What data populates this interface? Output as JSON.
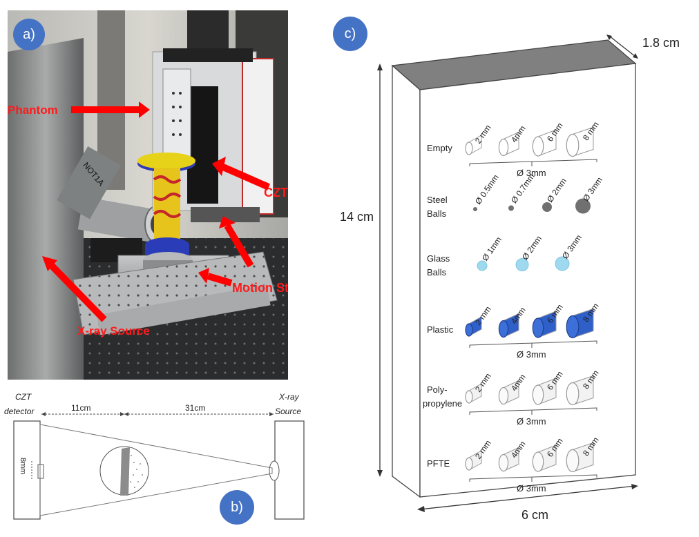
{
  "panel_a": {
    "badge": "a)",
    "labels": {
      "phantom": "Phantom",
      "czt": "CZT",
      "motion_stage": "Motion Stage",
      "xray_source": "X-ray Source"
    },
    "device_text": "NOT1A",
    "colors": {
      "arrow": "#ff0000",
      "label": "#ff1a1a"
    }
  },
  "panel_b": {
    "badge": "b)",
    "left_title": [
      "CZT",
      "detector"
    ],
    "right_title": [
      "X-ray",
      "Source"
    ],
    "dist_left": "11cm",
    "dist_right": "31cm",
    "pixel_size": "8mm"
  },
  "panel_c": {
    "badge": "c)",
    "depth": "1.8 cm",
    "height": "14 cm",
    "width": "6 cm",
    "rows": [
      {
        "label": [
          "Empty"
        ],
        "items": [
          "2 mm",
          "4mm",
          "6 mm",
          "8 mm"
        ],
        "diameter": "Ø 3mm"
      },
      {
        "label": [
          "Steel",
          "Balls"
        ],
        "items": [
          "Ø 0.5mm",
          "Ø 0.7mm",
          "Ø 2mm",
          "Ø 3mm"
        ],
        "diameter": ""
      },
      {
        "label": [
          "Glass",
          "Balls"
        ],
        "items": [
          "Ø 1mm",
          "Ø 2mm",
          "Ø 3mm"
        ],
        "diameter": ""
      },
      {
        "label": [
          "Plastic"
        ],
        "items": [
          "2 mm",
          "4mm",
          "6 mm",
          "8 mm"
        ],
        "diameter": "Ø 3mm"
      },
      {
        "label": [
          "Poly-",
          "propylene"
        ],
        "items": [
          "2 mm",
          "4mm",
          "6 mm",
          "8 mm"
        ],
        "diameter": "Ø 3mm"
      },
      {
        "label": [
          "PFTE"
        ],
        "items": [
          "2 mm",
          "4mm",
          "6 mm",
          "8 mm"
        ],
        "diameter": "Ø 3mm"
      }
    ],
    "colors": {
      "plastic": "#2f5fc8",
      "glass": "#9fd9ef",
      "steel": "#707070",
      "top_face": "#808080"
    }
  }
}
